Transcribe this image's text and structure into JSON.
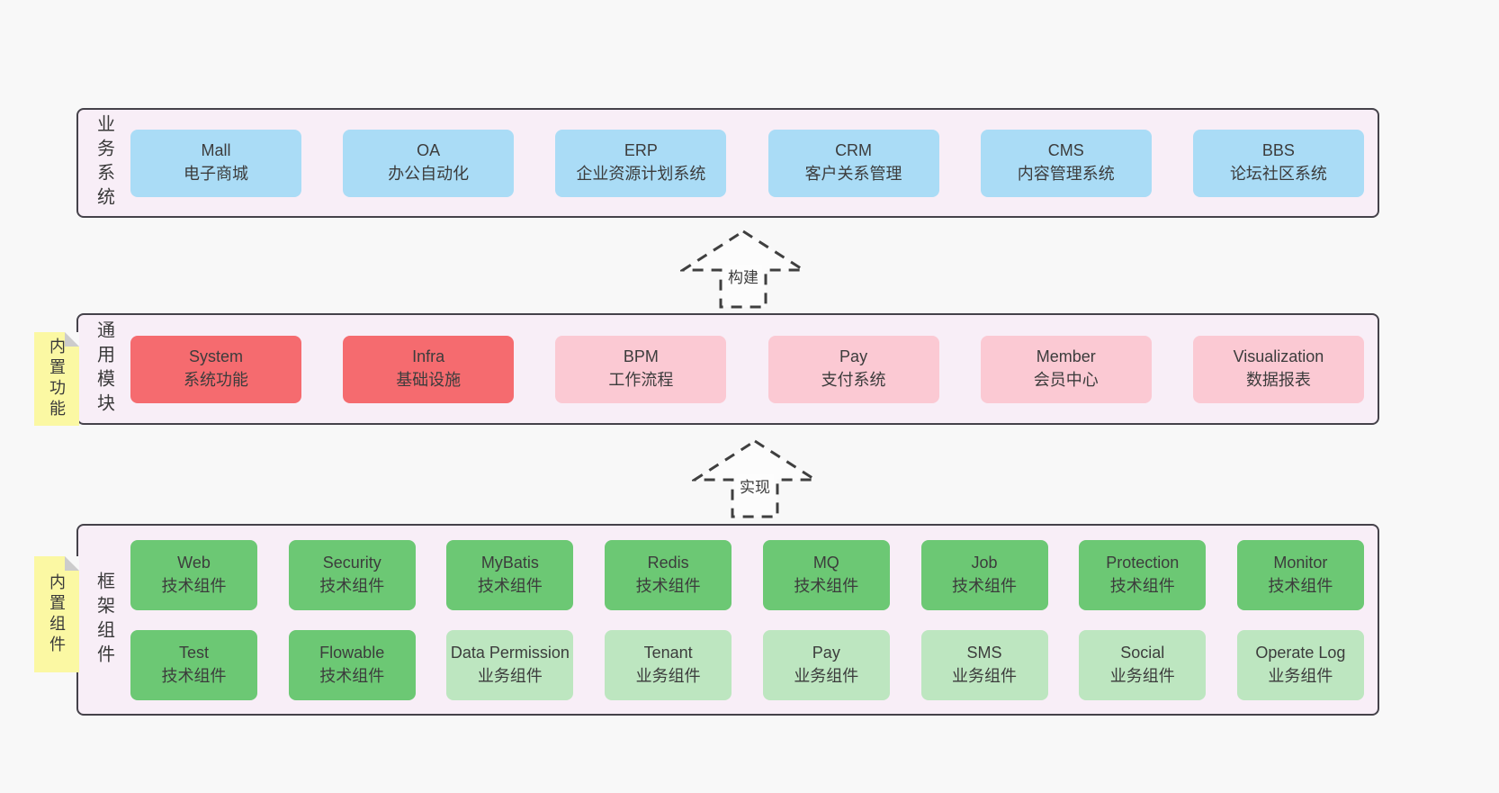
{
  "palette": {
    "page_bg": "#f8f8f8",
    "panel_bg": "#f8eef7",
    "panel_border": "#45424a",
    "box_blue": "#aadcf6",
    "box_red": "#f56b6f",
    "box_pink": "#fbc9d3",
    "box_green_dark": "#6cc874",
    "box_green_light": "#bde6c0",
    "sticky_yellow": "#fbf8a3",
    "text": "#3a3a3a"
  },
  "layers": [
    {
      "label": "业务系统",
      "rows": [
        [
          {
            "title": "Mall",
            "subtitle": "电子商城"
          },
          {
            "title": "OA",
            "subtitle": "办公自动化"
          },
          {
            "title": "ERP",
            "subtitle": "企业资源计划系统"
          },
          {
            "title": "CRM",
            "subtitle": "客户关系管理"
          },
          {
            "title": "CMS",
            "subtitle": "内容管理系统"
          },
          {
            "title": "BBS",
            "subtitle": "论坛社区系统"
          }
        ]
      ]
    },
    {
      "label": "通用模块",
      "sticky": "内置功能",
      "rows": [
        [
          {
            "title": "System",
            "subtitle": "系统功能"
          },
          {
            "title": "Infra",
            "subtitle": "基础设施"
          },
          {
            "title": "BPM",
            "subtitle": "工作流程"
          },
          {
            "title": "Pay",
            "subtitle": "支付系统"
          },
          {
            "title": "Member",
            "subtitle": "会员中心"
          },
          {
            "title": "Visualization",
            "subtitle": "数据报表"
          }
        ]
      ]
    },
    {
      "label": "框架组件",
      "sticky": "内置组件",
      "rows": [
        [
          {
            "title": "Web",
            "subtitle": "技术组件"
          },
          {
            "title": "Security",
            "subtitle": "技术组件"
          },
          {
            "title": "MyBatis",
            "subtitle": "技术组件"
          },
          {
            "title": "Redis",
            "subtitle": "技术组件"
          },
          {
            "title": "MQ",
            "subtitle": "技术组件"
          },
          {
            "title": "Job",
            "subtitle": "技术组件"
          },
          {
            "title": "Protection",
            "subtitle": "技术组件"
          },
          {
            "title": "Monitor",
            "subtitle": "技术组件"
          }
        ],
        [
          {
            "title": "Test",
            "subtitle": "技术组件"
          },
          {
            "title": "Flowable",
            "subtitle": "技术组件"
          },
          {
            "title": "Data Permission",
            "subtitle": "业务组件"
          },
          {
            "title": "Tenant",
            "subtitle": "业务组件"
          },
          {
            "title": "Pay",
            "subtitle": "业务组件"
          },
          {
            "title": "SMS",
            "subtitle": "业务组件"
          },
          {
            "title": "Social",
            "subtitle": "业务组件"
          },
          {
            "title": "Operate Log",
            "subtitle": "业务组件"
          }
        ]
      ]
    }
  ],
  "arrows": [
    {
      "label": "构建"
    },
    {
      "label": "实现"
    }
  ]
}
